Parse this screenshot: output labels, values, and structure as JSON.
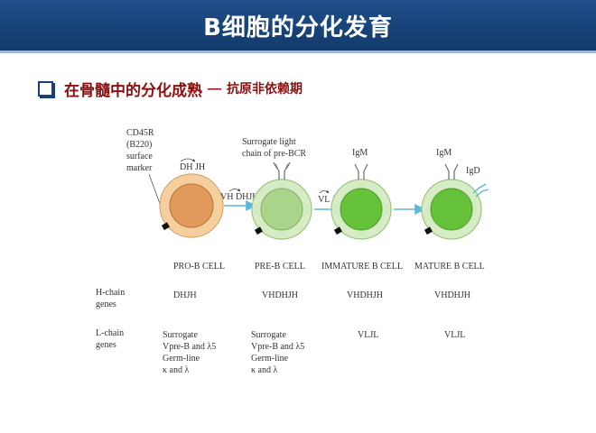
{
  "title": "B细胞的分化发育",
  "subtitle": {
    "main": "在骨髓中的分化成熟",
    "dash": "—",
    "note": "抗原非依赖期"
  },
  "marker": {
    "line1": "CD45R",
    "line2": "(B220)",
    "line3": "surface",
    "line4": "marker"
  },
  "surrogate_label": {
    "line1": "Surrogate light",
    "line2": "chain of pre-BCR"
  },
  "gene_labels": {
    "prob": "DH JH",
    "arrow1": "VH DHJH",
    "arrow2": "VL JL",
    "igm1": "IgM",
    "igm2": "IgM",
    "igd": "IgD"
  },
  "stages": [
    "PRO-B CELL",
    "PRE-B CELL",
    "IMMATURE B CELL",
    "MATURE B CELL"
  ],
  "rows": [
    {
      "label_line1": "H-chain",
      "label_line2": "genes",
      "values": [
        "DHJH",
        "VHDHJH",
        "VHDHJH",
        "VHDHJH"
      ]
    },
    {
      "label_line1": "L-chain",
      "label_line2": "genes",
      "col1": [
        "Surrogate",
        "Vpre-B and λ5",
        "Germ-line",
        "κ and λ"
      ],
      "col2": [
        "Surrogate",
        "Vpre-B and λ5",
        "Germ-line",
        "κ and λ"
      ],
      "col3": "VLJL",
      "col4": "VLJL"
    }
  ],
  "colors": {
    "title_bg": "#1a4479",
    "subtitle_text": "#8b0f0f",
    "pro_b_outer": "#f5cf9e",
    "pro_b_nucleus": "#e29a5c",
    "pre_b_outer": "#d6ecc4",
    "pre_b_nucleus": "#a9d48a",
    "immature_nucleus": "#66c23a",
    "arrow": "#5bb8dc"
  }
}
